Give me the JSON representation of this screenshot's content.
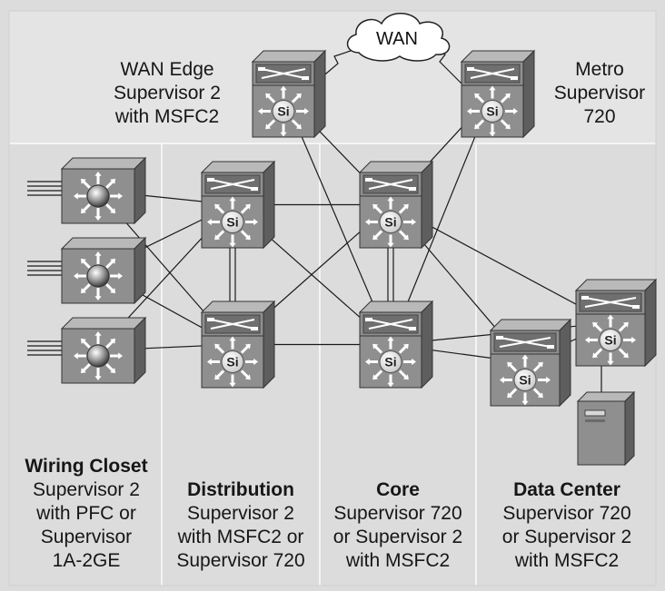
{
  "wan_cloud": {
    "label": "WAN"
  },
  "top_labels": {
    "wan_edge": [
      "WAN Edge",
      "Supervisor 2",
      "with MSFC2"
    ],
    "metro": [
      "Metro",
      "Supervisor",
      "720"
    ]
  },
  "router_badge": "Si",
  "columns": {
    "wiring_closet": {
      "title": "Wiring Closet",
      "lines": [
        "Supervisor 2",
        "with PFC or",
        "Supervisor",
        "1A-2GE"
      ]
    },
    "distribution": {
      "title": "Distribution",
      "lines": [
        "Supervisor 2",
        "with MSFC2 or",
        "Supervisor 720"
      ]
    },
    "core": {
      "title": "Core",
      "lines": [
        "Supervisor 720",
        "or Supervisor 2",
        "with MSFC2"
      ]
    },
    "data_center": {
      "title": "Data Center",
      "lines": [
        "Supervisor 720",
        "or Supervisor 2",
        "with MSFC2"
      ]
    }
  },
  "colors": {
    "background": "#dcdcdc",
    "panel_band": "#e8e8e8",
    "device_face": "#8f8f8f",
    "device_dark": "#5e5e5e",
    "device_light": "#b9b9b9",
    "link": "#1a1a1a"
  }
}
